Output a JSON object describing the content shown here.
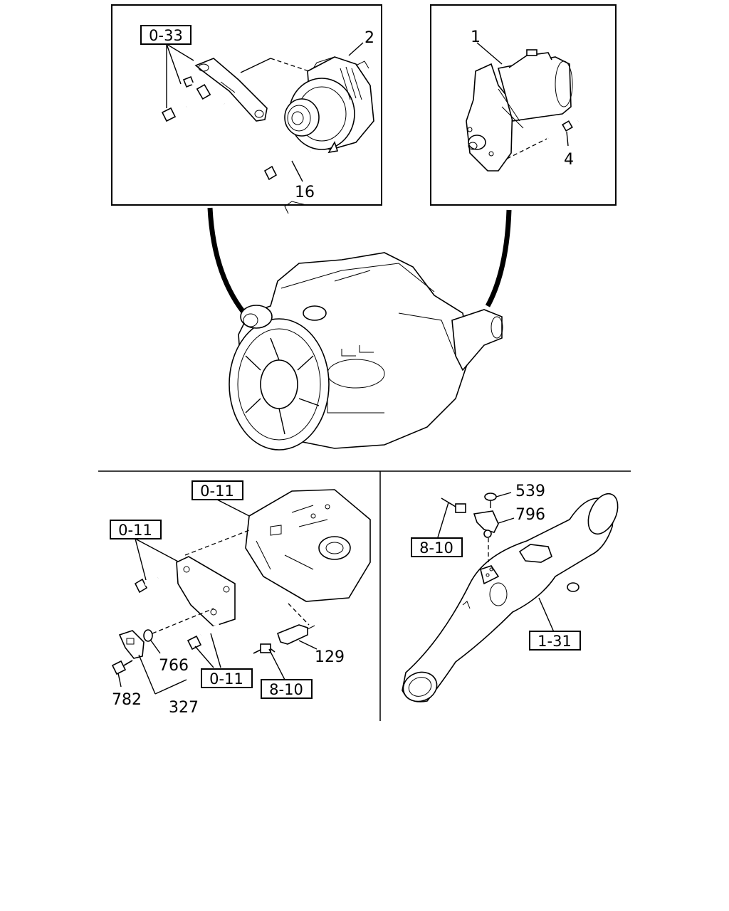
{
  "callouts": {
    "alternator": "2",
    "alternator_bolt": "16",
    "bracket_ref": "0-33",
    "starter": "1",
    "starter_stud": "4",
    "head_ref_top": "0-11",
    "bracket2_ref": "0-11",
    "bolts_ref": "0-11",
    "sensor_a": "766",
    "sensor_bolt": "782",
    "sensor_assy": "327",
    "temp_sensor": "129",
    "temp_ref": "8-10",
    "screw": "539",
    "map_sensor": "796",
    "harness_ref": "8-10",
    "pipe_ref": "1-31"
  }
}
